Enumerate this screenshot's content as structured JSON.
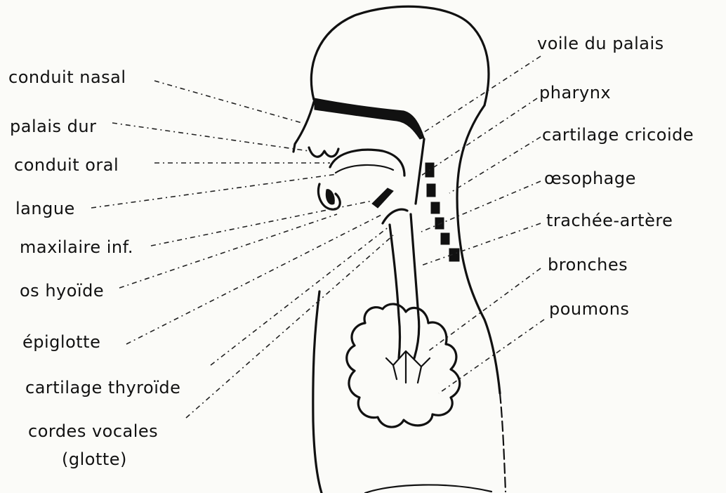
{
  "labels_left": [
    {
      "id": "conduit-nasal",
      "text": "conduit nasal"
    },
    {
      "id": "palais-dur",
      "text": "palais dur"
    },
    {
      "id": "conduit-oral",
      "text": "conduit oral"
    },
    {
      "id": "langue",
      "text": "langue"
    },
    {
      "id": "maxilaire-inf",
      "text": "maxilaire inf."
    },
    {
      "id": "os-hyoide",
      "text": "os hyoïde"
    },
    {
      "id": "epiglotte",
      "text": "épiglotte"
    },
    {
      "id": "cartilage-thyroide",
      "text": "cartilage thyroïde"
    },
    {
      "id": "cordes-vocales",
      "text": "cordes vocales"
    },
    {
      "id": "glotte",
      "text": "(glotte)"
    }
  ],
  "labels_right": [
    {
      "id": "voile-du-palais",
      "text": "voile du palais"
    },
    {
      "id": "pharynx",
      "text": "pharynx"
    },
    {
      "id": "cartilage-cricoide",
      "text": "cartilage cricoide"
    },
    {
      "id": "oesophage",
      "text": "œsophage"
    },
    {
      "id": "trachee-artere",
      "text": "trachée-artère"
    },
    {
      "id": "bronches",
      "text": "bronches"
    },
    {
      "id": "poumons",
      "text": "poumons"
    }
  ]
}
